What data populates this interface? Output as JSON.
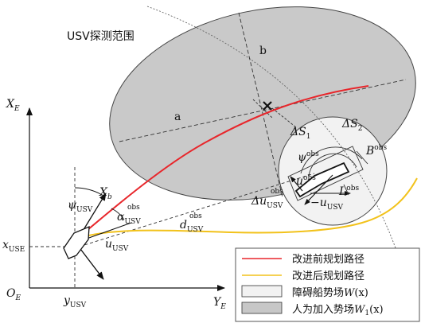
{
  "detection_range_label": "USV探测范围",
  "ellipse_axes": {
    "a": "a",
    "b": "b"
  },
  "axes": {
    "vertical_label": "X",
    "vertical_sub": "E",
    "horizontal_label": "Y",
    "horizontal_sub": "E",
    "origin_label": "O",
    "origin_sub": "E",
    "x_tick_label": "x",
    "x_tick_sub": "USE",
    "y_tick_label": "y",
    "y_tick_sub": "USV"
  },
  "usv_labels": {
    "heading": {
      "symbol": "X",
      "sub": "b"
    },
    "psi": {
      "symbol": "ψ",
      "sub": "USV"
    },
    "alpha": {
      "symbol": "α",
      "sub": "USV",
      "sup": "obs"
    },
    "d": {
      "symbol": "d",
      "sub": "USV",
      "sup": "obs"
    },
    "u": {
      "symbol": "u",
      "sub": "USV"
    }
  },
  "obstacle_labels": {
    "delta_s1": {
      "symbol": "ΔS",
      "sub": "1"
    },
    "delta_s2": {
      "symbol": "ΔS",
      "sub": "2"
    },
    "psi_obs": {
      "symbol": "ψ",
      "sup": "obs"
    },
    "B_obs": {
      "symbol": "B",
      "sup": "obs"
    },
    "u_obs": {
      "symbol": "u",
      "sup": "obs"
    },
    "L_obs": {
      "symbol": "L",
      "sup": "obs"
    },
    "delta_u": {
      "symbol": "Δu",
      "sub": "USV",
      "sup": "obs"
    },
    "neg_u": {
      "symbol": "−u",
      "sub": "USV"
    }
  },
  "legend": {
    "items": [
      {
        "label": "改进前规划路径",
        "kind": "line",
        "color": "#e8262b"
      },
      {
        "label": "改进后规划路径",
        "kind": "line",
        "color": "#f2c21b"
      },
      {
        "label": "障碍船势场",
        "math": "W",
        "arg": "(x)",
        "kind": "box",
        "color": "#f2f2f2"
      },
      {
        "label": "人为加入势场",
        "math": "W",
        "math_sub": "1",
        "arg": "(x)",
        "kind": "box",
        "color": "#c7c7c7"
      }
    ]
  },
  "colors": {
    "ellipse_fill": "#c9c9c9",
    "circle_fill": "#f2f2f2",
    "path_before": "#e8262b",
    "path_after": "#f2c21b"
  }
}
